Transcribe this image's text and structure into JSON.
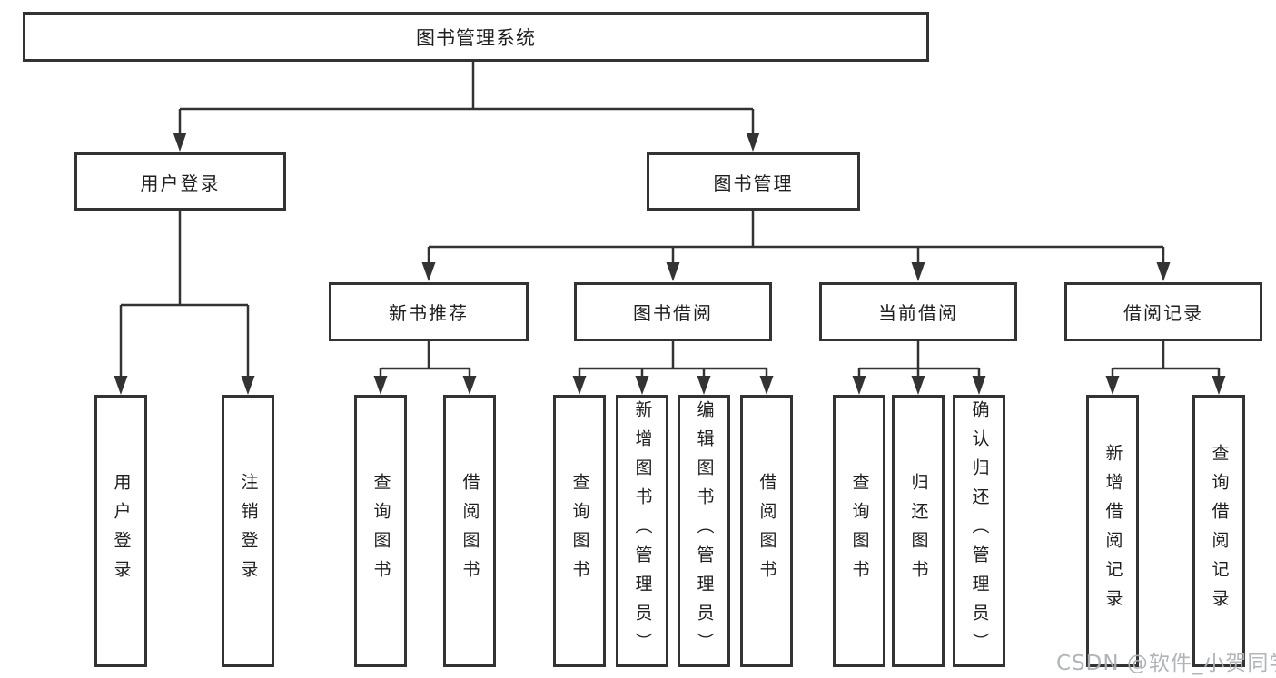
{
  "canvas": {
    "background": "#ffffff",
    "line_color": "#333333",
    "box_border_color": "#333333",
    "text_color": "#1f1f1f"
  },
  "watermark": {
    "text": "CSDN @软件_小贺同学",
    "color": "#acb1b6"
  },
  "tree": {
    "root": {
      "label": "图书管理系统"
    },
    "branches": [
      {
        "label": "用户登录",
        "children": [
          {
            "label": "用户登录"
          },
          {
            "label": "注销登录"
          }
        ]
      },
      {
        "label": "图书管理",
        "children": [
          {
            "label": "新书推荐",
            "children": [
              {
                "label": "查询图书"
              },
              {
                "label": "借阅图书"
              }
            ]
          },
          {
            "label": "图书借阅",
            "children": [
              {
                "label": "查询图书"
              },
              {
                "label": "新增图书（管理员）"
              },
              {
                "label": "编辑图书（管理员）"
              },
              {
                "label": "借阅图书"
              }
            ]
          },
          {
            "label": "当前借阅",
            "children": [
              {
                "label": "查询图书"
              },
              {
                "label": "归还图书"
              },
              {
                "label": "确认归还（管理员）"
              }
            ]
          },
          {
            "label": "借阅记录",
            "children": [
              {
                "label": "新增借阅记录"
              },
              {
                "label": "查询借阅记录"
              }
            ]
          }
        ]
      }
    ]
  }
}
